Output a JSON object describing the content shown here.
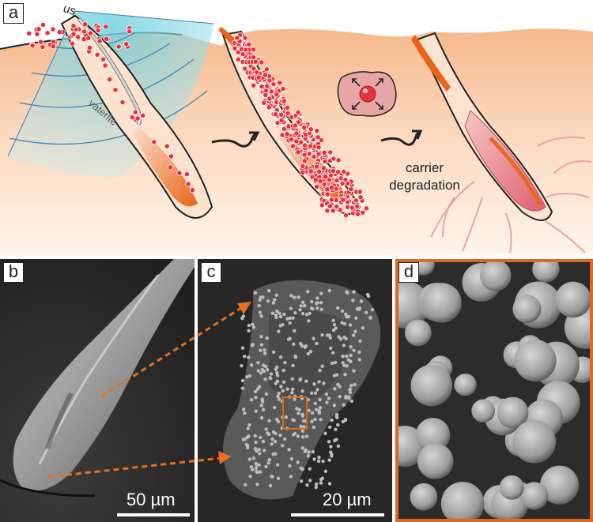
{
  "panels": {
    "a": {
      "tag": "a",
      "us_label": "us",
      "vaterite_label": "vaterite",
      "carrier_label": "carrier degradation"
    },
    "b": {
      "tag": "b",
      "scale": "50 µm"
    },
    "c": {
      "tag": "c",
      "scale": "20 µm"
    },
    "d": {
      "tag": "d"
    }
  },
  "colors": {
    "tissue": "#f8c9a4",
    "ultrasound": "#7fd3e0",
    "particles": "#e8323c",
    "hair_inner": "#e86a22",
    "arrow_orange": "#e8701e",
    "sem_dark": "#2a2a2a"
  }
}
